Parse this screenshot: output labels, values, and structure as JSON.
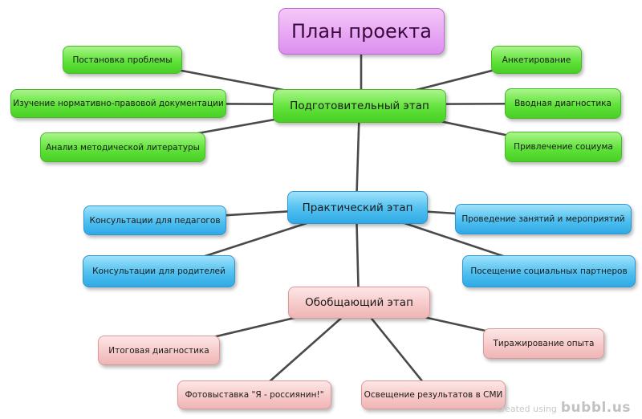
{
  "diagram": {
    "root": {
      "label": "План проекта"
    },
    "stages": [
      {
        "id": "preparatory",
        "label": "Подготовительный этап",
        "children": [
          "Постановка проблемы",
          "Изучение нормативно-правовой документации",
          "Анализ методической литературы",
          "Анкетирование",
          "Вводная диагностика",
          "Привлечение социума"
        ]
      },
      {
        "id": "practical",
        "label": "Практический этап",
        "children": [
          "Консультации для педагогов",
          "Консультации для родителей",
          "Проведение занятий и мероприятий",
          "Посещение социальных партнеров"
        ]
      },
      {
        "id": "generalizing",
        "label": "Обобщающий этап",
        "children": [
          "Итоговая диагностика",
          "Фотовыставка \"Я - россиянин!\"",
          "Освещение результатов в СМИ",
          "Тиражирование опыта"
        ]
      }
    ],
    "colors": {
      "preparatory": "#5fe03a",
      "practical": "#4ec0f0",
      "generalizing": "#f6c7c7",
      "root": "#e3a3f2",
      "connector": "#4a4a4a"
    }
  },
  "watermark": {
    "prefix": "created using",
    "brand": "bubbl.us"
  }
}
